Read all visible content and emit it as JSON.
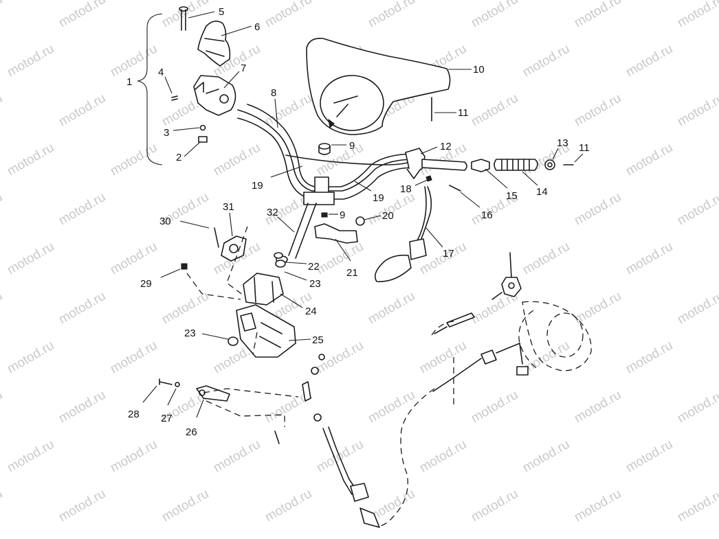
{
  "watermark": "motod.ru",
  "callouts": [
    {
      "id": "c1",
      "label": "1"
    },
    {
      "id": "c2",
      "label": "2"
    },
    {
      "id": "c3",
      "label": "3"
    },
    {
      "id": "c4",
      "label": "4"
    },
    {
      "id": "c5",
      "label": "5"
    },
    {
      "id": "c6",
      "label": "6"
    },
    {
      "id": "c7",
      "label": "7"
    },
    {
      "id": "c8",
      "label": "8"
    },
    {
      "id": "c9a",
      "label": "9"
    },
    {
      "id": "c9b",
      "label": "9"
    },
    {
      "id": "c10",
      "label": "10"
    },
    {
      "id": "c11a",
      "label": "11"
    },
    {
      "id": "c11b",
      "label": "11"
    },
    {
      "id": "c12",
      "label": "12"
    },
    {
      "id": "c13",
      "label": "13"
    },
    {
      "id": "c14",
      "label": "14"
    },
    {
      "id": "c15",
      "label": "15"
    },
    {
      "id": "c16",
      "label": "16"
    },
    {
      "id": "c17",
      "label": "17"
    },
    {
      "id": "c18",
      "label": "18"
    },
    {
      "id": "c19a",
      "label": "19"
    },
    {
      "id": "c19b",
      "label": "19"
    },
    {
      "id": "c20",
      "label": "20"
    },
    {
      "id": "c21",
      "label": "21"
    },
    {
      "id": "c22",
      "label": "22"
    },
    {
      "id": "c23a",
      "label": "23"
    },
    {
      "id": "c23b",
      "label": "23"
    },
    {
      "id": "c24",
      "label": "24"
    },
    {
      "id": "c25",
      "label": "25"
    },
    {
      "id": "c26",
      "label": "26"
    },
    {
      "id": "c27",
      "label": "27"
    },
    {
      "id": "c28",
      "label": "28"
    },
    {
      "id": "c29",
      "label": "29"
    },
    {
      "id": "c30",
      "label": "30"
    },
    {
      "id": "c31",
      "label": "31"
    },
    {
      "id": "c32",
      "label": "32"
    }
  ]
}
